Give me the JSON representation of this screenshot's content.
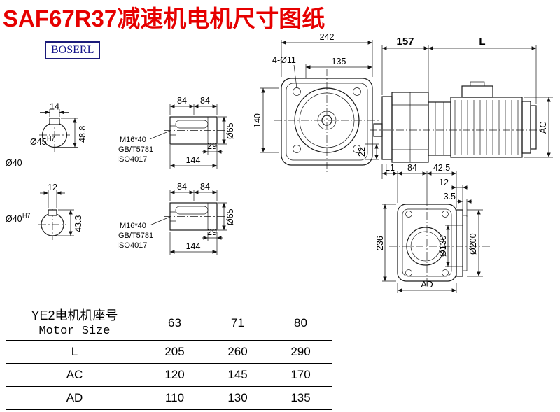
{
  "page": {
    "title": "SAF67R37减速机电机尺寸图纸",
    "logo": "BOSERL"
  },
  "sectionTop": {
    "key_w": "14",
    "bore": "Ø45",
    "tol": "H7",
    "depth": "48.8",
    "outer": "Ø40"
  },
  "sectionBottom": {
    "key_w": "12",
    "bore": "Ø40",
    "tol": "H7",
    "depth": "43.3"
  },
  "shaftTop": {
    "d84a": "84",
    "d84b": "84",
    "d29": "29",
    "d144": "144",
    "dia": "Ø65",
    "bolt": "M16*40",
    "std1": "GB/T5781",
    "std2": "ISO4017"
  },
  "shaftBottom": {
    "d84a": "84",
    "d84b": "84",
    "d29": "29",
    "d144": "144",
    "dia": "Ø65",
    "bolt": "M16*40",
    "std1": "GB/T5781",
    "std2": "ISO4017"
  },
  "frontView": {
    "w": "242",
    "inner": "135",
    "holes": "4-Ø11",
    "h": "140",
    "step": "22"
  },
  "sideView": {
    "d157": "157",
    "L": "L",
    "AC": "AC"
  },
  "bottomView": {
    "L1": "L1",
    "d84": "84",
    "d425": "42.5",
    "d12": "12",
    "d35": "3.5",
    "d236": "236",
    "d130": "Ø130",
    "d200": "Ø200",
    "AD": "AD"
  },
  "table": {
    "header_cn": "YE2电机机座号",
    "header_en": "Motor Size",
    "sizes": [
      "63",
      "71",
      "80"
    ],
    "rows": [
      {
        "label": "L",
        "values": [
          "205",
          "260",
          "290"
        ]
      },
      {
        "label": "AC",
        "values": [
          "120",
          "145",
          "170"
        ]
      },
      {
        "label": "AD",
        "values": [
          "110",
          "130",
          "135"
        ]
      }
    ]
  }
}
